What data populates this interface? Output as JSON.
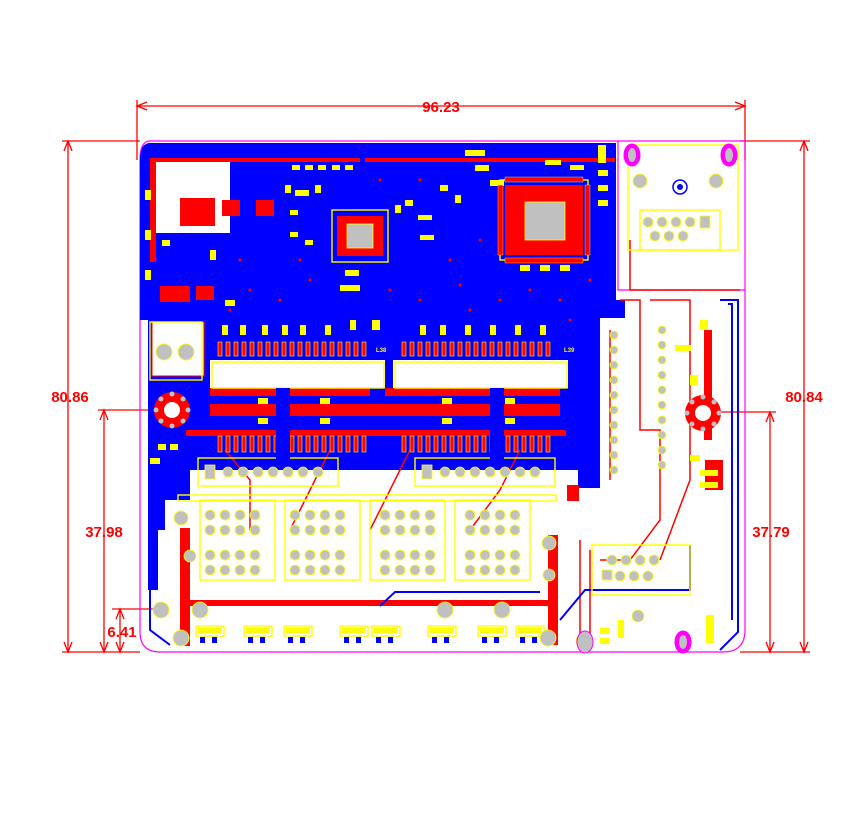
{
  "colors": {
    "copper_top": "#ff0000",
    "copper_bottom": "#0000ff",
    "silkscreen": "#ffff00",
    "pad": "#c0c0c0",
    "outline": "#ff00ff",
    "dimension": "#ff0000",
    "background": "#ffffff"
  },
  "dimensions": {
    "width": "96.23",
    "height_left": "80.86",
    "height_right": "80.84",
    "offset_left": "37.98",
    "offset_right": "37.79",
    "offset_bottom": "6.41"
  },
  "labels": {
    "ic_a": "L38",
    "ic_b": "L39"
  }
}
